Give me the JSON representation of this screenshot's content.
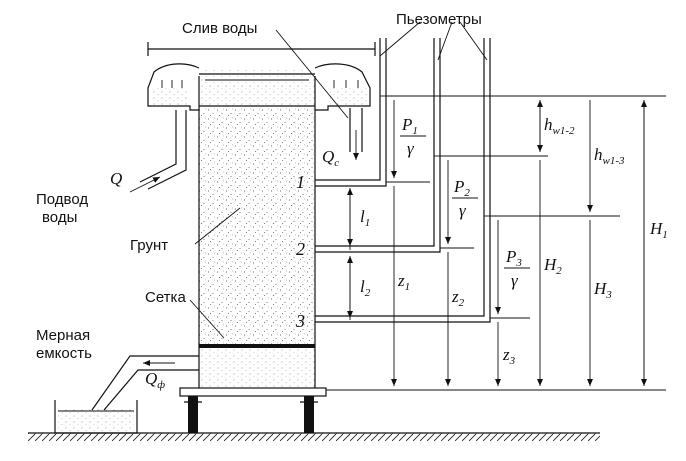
{
  "labels": {
    "sliv_vody": "Слив воды",
    "piezometers": "Пьезометры",
    "q_inflow_symbol": "Q",
    "inflow_line1": "Подвод",
    "inflow_line2": "воды",
    "soil": "Грунт",
    "mesh": "Сетка",
    "measure_line1": "Мерная",
    "measure_line2": "емкость",
    "qc_main": "Q",
    "qc_sub": "c",
    "qf_main": "Q",
    "qf_sub": "ф",
    "section_1": "1",
    "section_2": "2",
    "section_3": "3",
    "l1_main": "l",
    "l1_sub": "1",
    "l2_main": "l",
    "l2_sub": "2",
    "z1_main": "z",
    "z1_sub": "1",
    "z2_main": "z",
    "z2_sub": "2",
    "z3_main": "z",
    "z3_sub": "3",
    "p1_main": "P",
    "p1_sub": "1",
    "p2_main": "P",
    "p2_sub": "2",
    "p3_main": "P",
    "p3_sub": "3",
    "gamma": "γ",
    "h12_main": "h",
    "h12_sub": "w1-2",
    "h13_main": "h",
    "h13_sub": "w1-3",
    "H1_main": "H",
    "H1_sub": "1",
    "H2_main": "H",
    "H2_sub": "2",
    "H3_main": "H",
    "H3_sub": "3"
  }
}
